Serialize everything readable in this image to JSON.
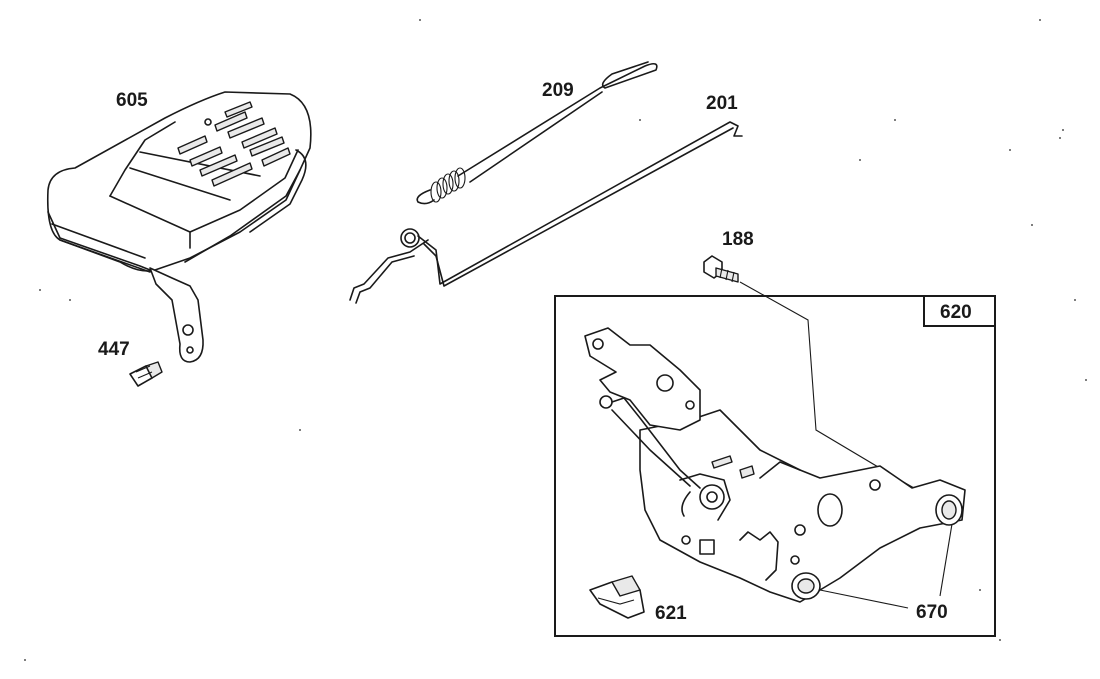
{
  "callouts": {
    "part_605": "605",
    "part_209": "209",
    "part_201": "201",
    "part_188": "188",
    "part_447": "447",
    "part_620": "620",
    "part_621": "621",
    "part_670": "670"
  },
  "colors": {
    "ink": "#1a1a1a",
    "paper": "#ffffff"
  }
}
